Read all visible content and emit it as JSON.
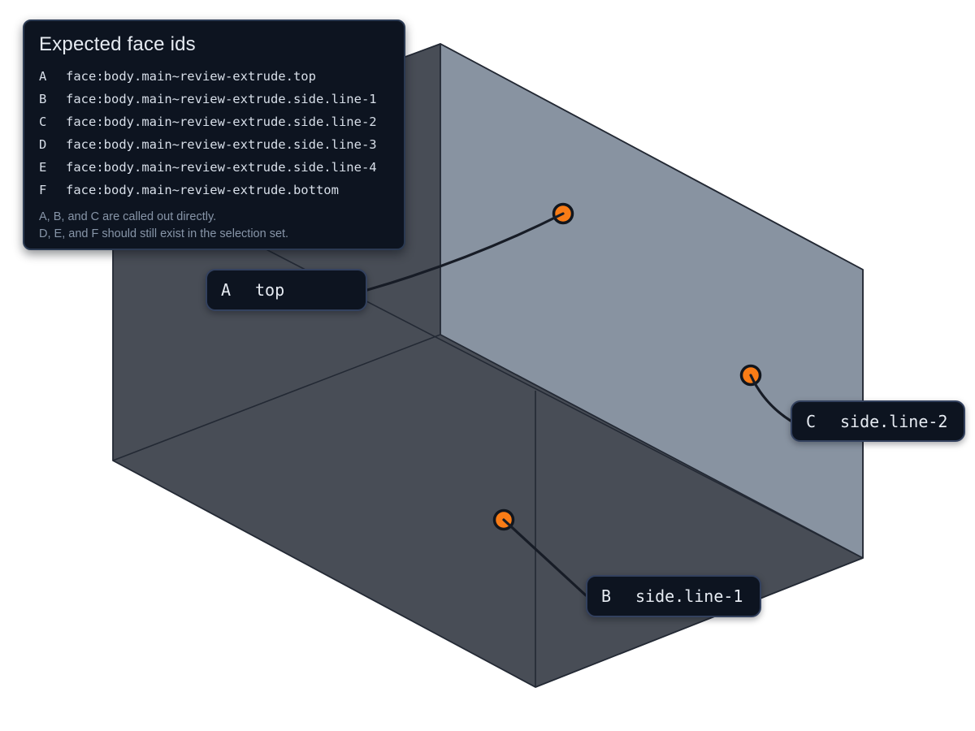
{
  "panel": {
    "title": "Expected face ids",
    "rows": [
      {
        "key": "A",
        "value": "face:body.main~review-extrude.top"
      },
      {
        "key": "B",
        "value": "face:body.main~review-extrude.side.line-1"
      },
      {
        "key": "C",
        "value": "face:body.main~review-extrude.side.line-2"
      },
      {
        "key": "D",
        "value": "face:body.main~review-extrude.side.line-3"
      },
      {
        "key": "E",
        "value": "face:body.main~review-extrude.side.line-4"
      },
      {
        "key": "F",
        "value": "face:body.main~review-extrude.bottom"
      }
    ],
    "notes": [
      "A, B, and C are called out directly.",
      "D, E, and F should still exist in the selection set."
    ]
  },
  "callouts": [
    {
      "key": "A",
      "label": "top"
    },
    {
      "key": "B",
      "label": "side.line-1"
    },
    {
      "key": "C",
      "label": "side.line-2"
    }
  ],
  "colors": {
    "background": "#ffffff",
    "face_light": "#8893a1",
    "face_dark": "#484d56",
    "edge": "#232934",
    "leader": "#171c26",
    "marker_fill": "#f97c16",
    "marker_ring": "#11161e",
    "panel_bg": "#0d1420",
    "panel_border": "#2b3a52",
    "pill_border": "#33415e",
    "text_primary": "#e6ebf2",
    "text_mono": "#d8dfe9",
    "text_muted": "#8795a8"
  }
}
